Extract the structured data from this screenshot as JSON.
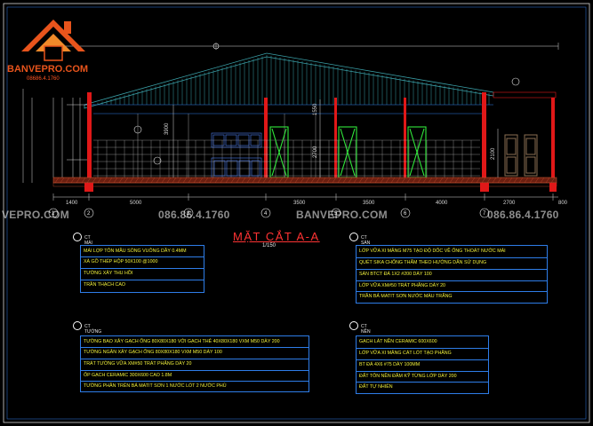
{
  "brand": {
    "name": "BANVEPRO.COM",
    "phone": "08686.4.1760",
    "logo_color": "#e8541c"
  },
  "watermarks": [
    {
      "text": "VEPRO.COM"
    },
    {
      "text": "086.86.4.1760"
    },
    {
      "text": "BANVEPRO.COM"
    },
    {
      "text": "086.86.4.1760"
    }
  ],
  "drawing": {
    "title": "MẶT CẮT A-A",
    "scale": "1/150",
    "colors": {
      "roof": "#3aa0a8",
      "wall": "#e01818",
      "column": "#e01818",
      "door": "#31e83b",
      "window_frame": "#8a6e52",
      "floor": "#c45030",
      "dim": "#d8d8d8",
      "grid_axis": "#e8e8e8"
    },
    "dim_top_bottom": [
      "1400",
      "5000",
      "3500",
      "3500",
      "4000",
      "2700",
      "800"
    ],
    "dim_vertical": [
      "3900",
      "1550",
      "2700",
      "2100"
    ],
    "axis_labels": [
      "1",
      "2",
      "3",
      "4",
      "5",
      "6",
      "7"
    ]
  },
  "notes": [
    {
      "id": "note-roof",
      "marker": "M",
      "heading": "CT MÁI",
      "lines": [
        "MÁI LỢP TÔN MẦU SÓNG VUÔNG DẦY 0.4MM",
        "XÀ GỒ THÉP HỘP 50X100 @1000",
        "TƯỜNG XÂY THU HỒI",
        "TRẦN THẠCH CAO"
      ]
    },
    {
      "id": "note-floor-top",
      "marker": "S",
      "heading": "CT SÀN",
      "lines": [
        "LỚP VỮA XI MĂNG M75 TẠO ĐỘ DỐC VỀ ỐNG THOÁT NƯỚC MÁI",
        "QUÉT SIKA CHỐNG THẤM THEO HƯỚNG DẪN SỬ DỤNG",
        "SÀN BTCT ĐÁ 1X2 #200 DÀY 100",
        "LỚP VỮA XM#50 TRÁT PHẲNG DÀY 20",
        "TRẦN BẢ MATIT SƠN NƯỚC MÀU TRẮNG"
      ]
    },
    {
      "id": "note-wall",
      "marker": "T",
      "heading": "CT TƯỜNG",
      "lines": [
        "TƯỜNG BAO XÂY GẠCH ỐNG 80X80X180 VỚI GẠCH THẺ 40X80X180 VXM M50 DÀY 200",
        "TƯỜNG NGĂN XÂY GẠCH ỐNG 80X80X180 VXM M50 DÀY 100",
        "TRÁT TƯỜNG VỮA XM#50 TRÁT PHẲNG DÀY 20",
        "ỐP GẠCH CERAMIC 300X600 CAO 1.8M",
        "TƯỜNG PHẦN TRÊN BẢ MATIT SƠN 1 NƯỚC LÓT 2 NƯỚC PHỦ"
      ]
    },
    {
      "id": "note-ground",
      "marker": "N",
      "heading": "CT NỀN",
      "lines": [
        "GẠCH LÁT NỀN CERAMIC 600X600",
        "LỚP VỮA XI MĂNG CÁT LÓT TẠO PHẲNG",
        "BT ĐÁ 4X6 #75 DÀY 100MM",
        "ĐẤT TÔN NỀN ĐẦM KỸ TỪNG LỚP DÀY 200",
        "ĐẤT TỰ NHIÊN"
      ]
    }
  ]
}
